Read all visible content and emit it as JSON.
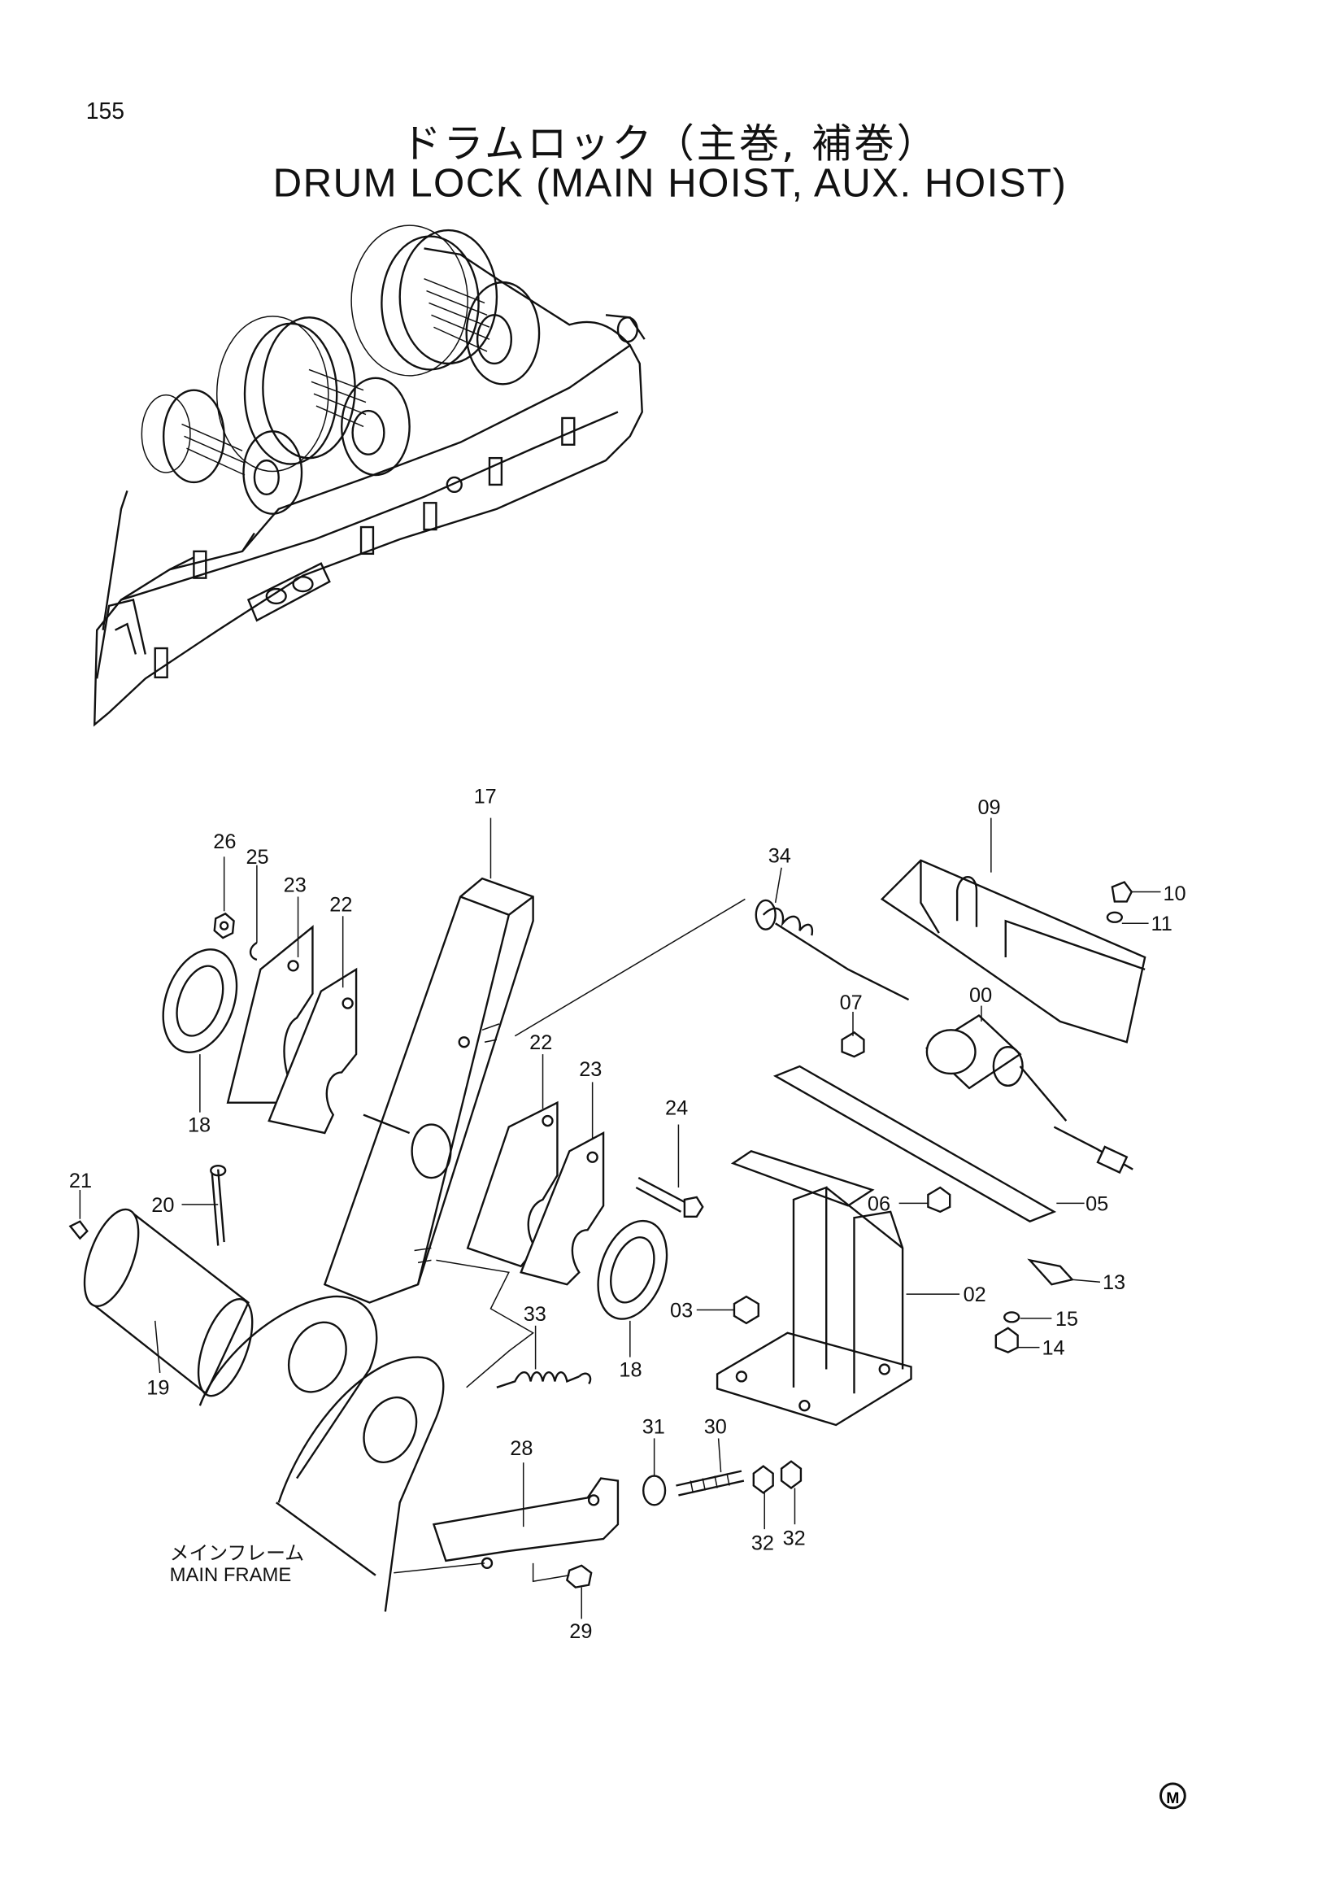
{
  "page_number": "155",
  "title_jp": "ドラムロック（主巻, 補巻）",
  "title_en": "DRUM LOCK (MAIN HOIST, AUX. HOIST)",
  "main_frame_jp": "メインフレーム",
  "main_frame_en": "MAIN FRAME",
  "footer_mark": "M",
  "callouts": [
    "17",
    "26",
    "25",
    "23",
    "22",
    "18",
    "22",
    "23",
    "24",
    "21",
    "20",
    "19",
    "33",
    "18",
    "28",
    "29",
    "31",
    "30",
    "32",
    "32",
    "34",
    "09",
    "10",
    "11",
    "07",
    "00",
    "06",
    "05",
    "02",
    "13",
    "15",
    "14",
    "03"
  ]
}
